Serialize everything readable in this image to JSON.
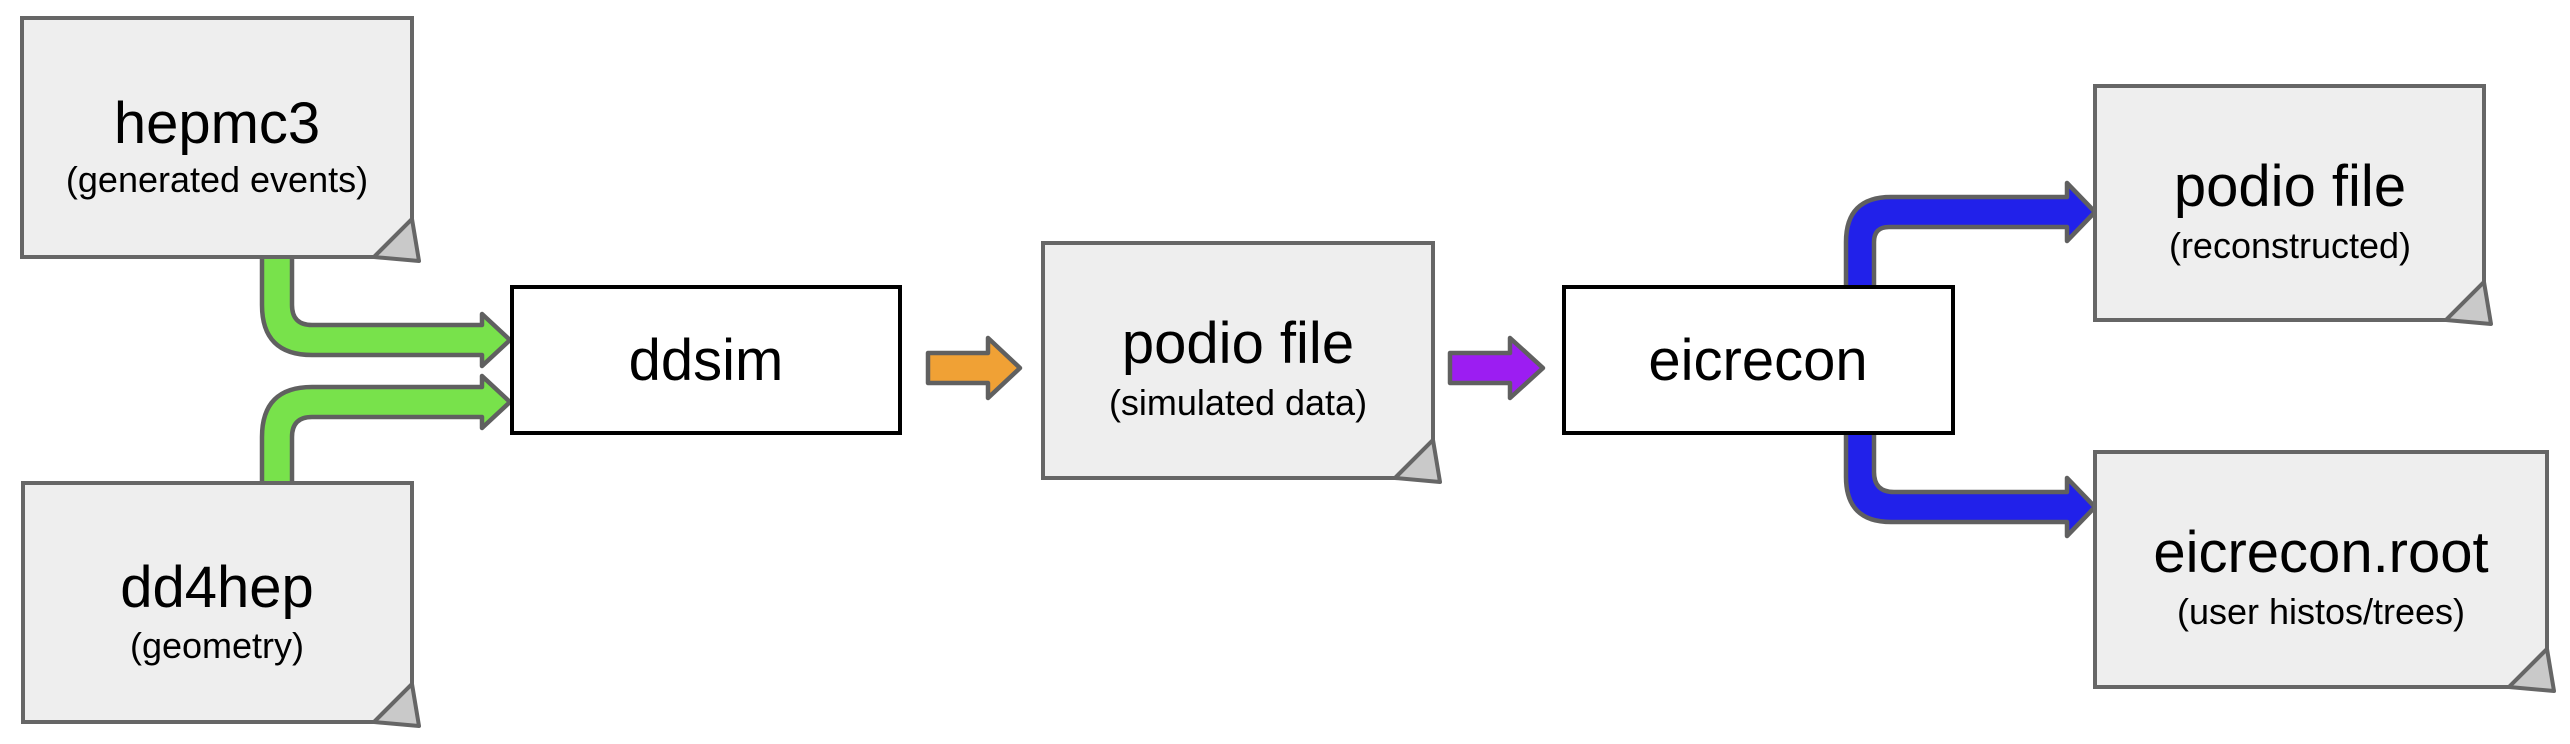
{
  "diagram": {
    "description": "Simulation and reconstruction data flow",
    "nodes": {
      "hepmc3": {
        "type": "document",
        "title": "hepmc3",
        "subtitle": "(generated events)"
      },
      "dd4hep": {
        "type": "document",
        "title": "dd4hep",
        "subtitle": "(geometry)"
      },
      "ddsim": {
        "type": "process",
        "label": "ddsim"
      },
      "podio_sim": {
        "type": "document",
        "title": "podio file",
        "subtitle": "(simulated data)"
      },
      "eicrecon": {
        "type": "process",
        "label": "eicrecon"
      },
      "podio_rec": {
        "type": "document",
        "title": "podio file",
        "subtitle": "(reconstructed)"
      },
      "eicrecon_root": {
        "type": "document",
        "title": "eicrecon.root",
        "subtitle": "(user histos/trees)"
      }
    },
    "edges": [
      {
        "from": "hepmc3",
        "to": "ddsim",
        "color_key": "green"
      },
      {
        "from": "dd4hep",
        "to": "ddsim",
        "color_key": "green"
      },
      {
        "from": "ddsim",
        "to": "podio_sim",
        "color_key": "orange"
      },
      {
        "from": "podio_sim",
        "to": "eicrecon",
        "color_key": "purple"
      },
      {
        "from": "eicrecon",
        "to": "podio_rec",
        "color_key": "blue"
      },
      {
        "from": "eicrecon",
        "to": "eicrecon_root",
        "color_key": "blue"
      }
    ]
  },
  "colors": {
    "doc_fill": "#eeeeee",
    "doc_border": "#666666",
    "fold_fill": "#c9c9c9",
    "process_fill": "#ffffff",
    "process_border": "#000000",
    "arrow_outline": "#606060",
    "green": "#78e24b",
    "orange": "#f0a135",
    "purple": "#9c1df2",
    "blue": "#2121ea"
  }
}
